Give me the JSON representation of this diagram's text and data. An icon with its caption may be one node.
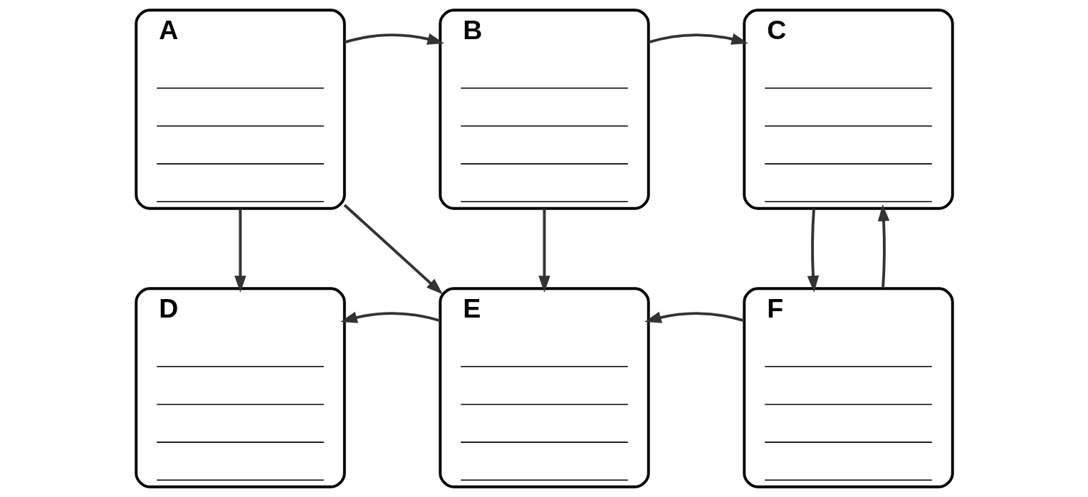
{
  "diagram": {
    "nodes": [
      {
        "text": [
          "A"
        ]
      },
      {
        "text": [
          "B"
        ]
      },
      {
        "text": [
          "C"
        ]
      },
      {
        "text": [
          "D"
        ]
      },
      {
        "text": [
          "E"
        ]
      },
      {
        "text": [
          "F"
        ]
      }
    ],
    "edges": [
      {
        "from": 0,
        "to": 1,
        "arrow": "to"
      },
      {
        "from": 0,
        "to": 3,
        "arrow": "to"
      },
      {
        "from": 0,
        "to": 4,
        "arrow": "to"
      },
      {
        "from": 1,
        "to": 4,
        "arrow": "to"
      },
      {
        "from": 1,
        "to": 2,
        "arrow": "to"
      },
      {
        "from": 2,
        "to": 5,
        "arrow": "to"
      },
      {
        "from": 5,
        "to": 2,
        "arrow": "to"
      },
      {
        "from": 5,
        "to": 4,
        "arrow": "to"
      },
      {
        "from": 4,
        "to": 3,
        "arrow": "to"
      }
    ]
  }
}
